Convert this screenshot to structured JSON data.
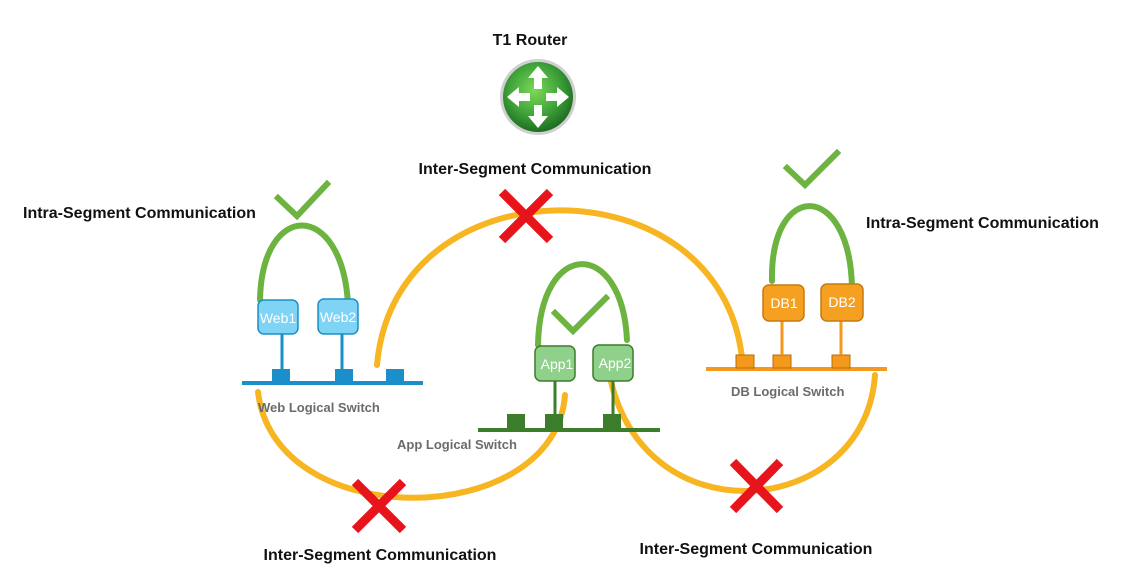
{
  "router": {
    "title": "T1 Router",
    "icon": "router-icon"
  },
  "labels": {
    "intra_left": "Intra-Segment Communication",
    "intra_right": "Intra-Segment Communication",
    "inter_top": "Inter-Segment Communication",
    "inter_bottom_left": "Inter-Segment Communication",
    "inter_bottom_right": "Inter-Segment Communication"
  },
  "switches": {
    "web": "Web Logical Switch",
    "app": "App Logical Switch",
    "db": "DB Logical Switch"
  },
  "nodes": {
    "web1": "Web1",
    "web2": "Web2",
    "app1": "App1",
    "app2": "App2",
    "db1": "DB1",
    "db2": "DB2"
  },
  "colors": {
    "inter_arc": "#f7b521",
    "intra_arc": "#6db33f",
    "check": "#6db33f",
    "blocked_x": "#e8141b",
    "web_switch": "#1a8fc9",
    "web_node": "#7fd3f5",
    "app_switch": "#3c7d2a",
    "app_node": "#8fd18b",
    "db_switch": "#f39a1e",
    "db_node": "#f5a020"
  },
  "status_icons": {
    "allowed": "check-icon",
    "blocked": "x-icon"
  }
}
